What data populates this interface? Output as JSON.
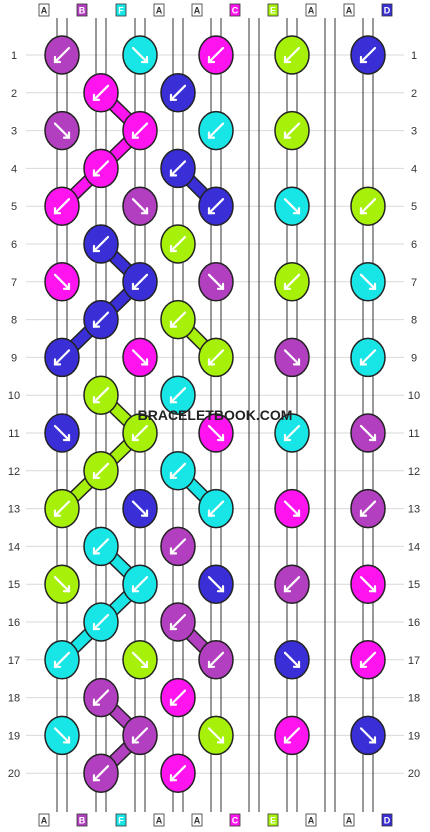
{
  "brand": "BRACELETBOOK.COM",
  "strand_labels_top": [
    "A",
    "B",
    "F",
    "A",
    "A",
    "C",
    "E",
    "A",
    "A",
    "D"
  ],
  "strand_labels_bottom": [
    "A",
    "B",
    "F",
    "A",
    "A",
    "C",
    "E",
    "A",
    "A",
    "D"
  ],
  "row_numbers": [
    "1",
    "2",
    "3",
    "4",
    "5",
    "6",
    "7",
    "8",
    "9",
    "10",
    "11",
    "12",
    "13",
    "14",
    "15",
    "16",
    "17",
    "18",
    "19",
    "20"
  ],
  "colors": {
    "A": "#ffffff",
    "B": "#b23fbf",
    "C": "#ff14f0",
    "D": "#3a2fd6",
    "E": "#a6f00a",
    "F": "#18e6e6"
  },
  "knot_rows": [
    [
      {
        "c": "B",
        "d": "left"
      },
      {
        "c": "F",
        "d": "right"
      },
      {
        "c": "C",
        "d": "left"
      },
      {
        "c": "E",
        "d": "left"
      },
      {
        "c": "D",
        "d": "left"
      }
    ],
    [
      {
        "c": "C",
        "d": "left"
      },
      {
        "c": "D",
        "d": "left"
      }
    ],
    [
      {
        "c": "B",
        "d": "right"
      },
      {
        "c": "C",
        "d": "left"
      },
      {
        "c": "F",
        "d": "left"
      },
      {
        "c": "E",
        "d": "left"
      }
    ],
    [
      {
        "c": "C",
        "d": "left"
      },
      {
        "c": "D",
        "d": "left"
      }
    ],
    [
      {
        "c": "C",
        "d": "left"
      },
      {
        "c": "B",
        "d": "right"
      },
      {
        "c": "D",
        "d": "left"
      },
      {
        "c": "F",
        "d": "right"
      },
      {
        "c": "E",
        "d": "left"
      }
    ],
    [
      {
        "c": "D",
        "d": "left"
      },
      {
        "c": "E",
        "d": "left"
      }
    ],
    [
      {
        "c": "C",
        "d": "right"
      },
      {
        "c": "D",
        "d": "left"
      },
      {
        "c": "B",
        "d": "right"
      },
      {
        "c": "E",
        "d": "left"
      },
      {
        "c": "F",
        "d": "right"
      }
    ],
    [
      {
        "c": "D",
        "d": "left"
      },
      {
        "c": "E",
        "d": "left"
      }
    ],
    [
      {
        "c": "D",
        "d": "left"
      },
      {
        "c": "C",
        "d": "right"
      },
      {
        "c": "E",
        "d": "left"
      },
      {
        "c": "B",
        "d": "right"
      },
      {
        "c": "F",
        "d": "left"
      }
    ],
    [
      {
        "c": "E",
        "d": "left"
      },
      {
        "c": "F",
        "d": "left"
      }
    ],
    [
      {
        "c": "D",
        "d": "right"
      },
      {
        "c": "E",
        "d": "left"
      },
      {
        "c": "C",
        "d": "right"
      },
      {
        "c": "F",
        "d": "left"
      },
      {
        "c": "B",
        "d": "right"
      }
    ],
    [
      {
        "c": "E",
        "d": "left"
      },
      {
        "c": "F",
        "d": "left"
      }
    ],
    [
      {
        "c": "E",
        "d": "left"
      },
      {
        "c": "D",
        "d": "right"
      },
      {
        "c": "F",
        "d": "left"
      },
      {
        "c": "C",
        "d": "right"
      },
      {
        "c": "B",
        "d": "left"
      }
    ],
    [
      {
        "c": "F",
        "d": "left"
      },
      {
        "c": "B",
        "d": "left"
      }
    ],
    [
      {
        "c": "E",
        "d": "right"
      },
      {
        "c": "F",
        "d": "left"
      },
      {
        "c": "D",
        "d": "right"
      },
      {
        "c": "B",
        "d": "left"
      },
      {
        "c": "C",
        "d": "right"
      }
    ],
    [
      {
        "c": "F",
        "d": "left"
      },
      {
        "c": "B",
        "d": "left"
      }
    ],
    [
      {
        "c": "F",
        "d": "left"
      },
      {
        "c": "E",
        "d": "right"
      },
      {
        "c": "B",
        "d": "left"
      },
      {
        "c": "D",
        "d": "right"
      },
      {
        "c": "C",
        "d": "left"
      }
    ],
    [
      {
        "c": "B",
        "d": "left"
      },
      {
        "c": "C",
        "d": "left"
      }
    ],
    [
      {
        "c": "F",
        "d": "right"
      },
      {
        "c": "B",
        "d": "left"
      },
      {
        "c": "E",
        "d": "right"
      },
      {
        "c": "C",
        "d": "left"
      },
      {
        "c": "D",
        "d": "right"
      }
    ],
    [
      {
        "c": "B",
        "d": "left"
      },
      {
        "c": "C",
        "d": "left"
      }
    ]
  ]
}
